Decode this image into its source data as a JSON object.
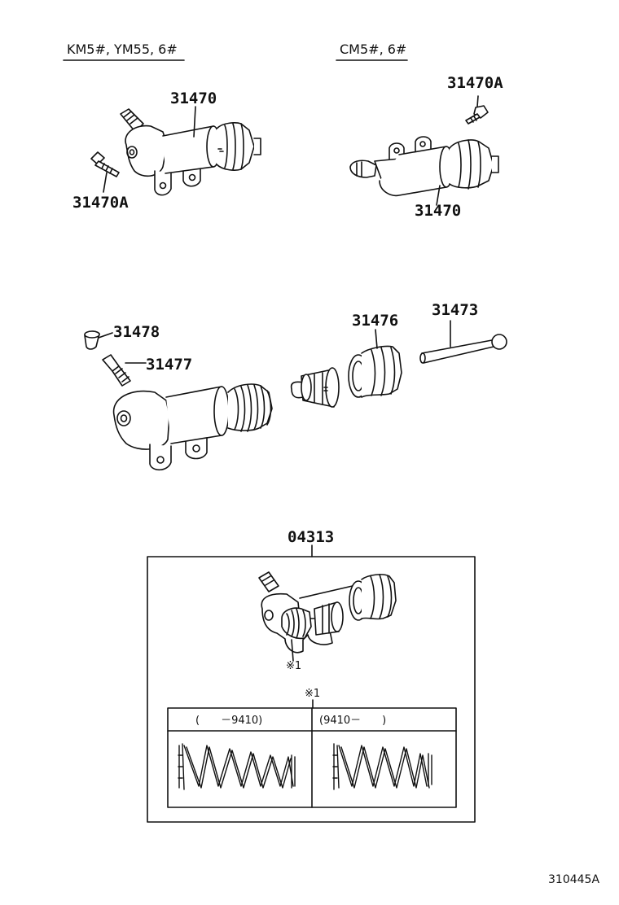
{
  "groups": {
    "left_title": "KM5#, YM55, 6#",
    "right_title": "CM5#, 6#"
  },
  "parts": {
    "cyl_left": "31470",
    "bolt_left": "31470A",
    "bolt_right": "31470A",
    "cyl_right": "31470",
    "cap": "31478",
    "bleeder": "31477",
    "piston": "31476",
    "rod": "31473",
    "kit": "04313"
  },
  "note": {
    "marker": "※1",
    "marker_top": "※1",
    "col_left": "(　　－9410)",
    "col_right": "(9410－　　)"
  },
  "diagram_id": "310445A"
}
